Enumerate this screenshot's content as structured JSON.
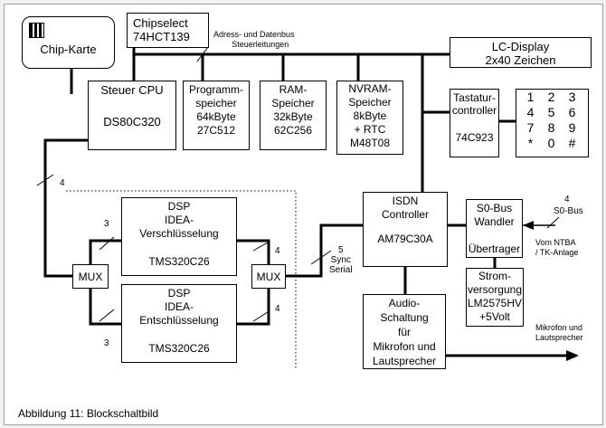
{
  "chip_card": {
    "label": "Chip-Karte"
  },
  "chipselect": {
    "line1": "Chipselect",
    "line2": "74HCT139"
  },
  "bus_label": {
    "line1": "Adress- und Datenbus",
    "line2": "Steuerleitungen"
  },
  "lcd": {
    "line1": "LC-Display",
    "line2": "2x40 Zeichen"
  },
  "cpu": {
    "line1": "Steuer CPU",
    "line2": "DS80C320"
  },
  "prog_mem": {
    "line1": "Programm-",
    "line2": "speicher",
    "line3": "64kByte",
    "line4": "27C512"
  },
  "ram": {
    "line1": "RAM-",
    "line2": "Speicher",
    "line3": "32kByte",
    "line4": "62C256"
  },
  "nvram": {
    "line1": "NVRAM-",
    "line2": "Speicher",
    "line3": "8kByte",
    "line4": "+ RTC",
    "line5": "M48T08"
  },
  "keyboard_ctrl": {
    "line1": "Tastatur-",
    "line2": "controller",
    "line3": "74C923"
  },
  "keypad": {
    "keys": [
      "1",
      "2",
      "3",
      "4",
      "5",
      "6",
      "7",
      "8",
      "9",
      "*",
      "0",
      "#"
    ]
  },
  "isdn": {
    "line1": "ISDN",
    "line2": "Controller",
    "line3": "AM79C30A"
  },
  "s0bus": {
    "line1": "S0-Bus",
    "line2": "Wandler",
    "line3": "Übertrager"
  },
  "power": {
    "line1": "Strom-",
    "line2": "versorgung",
    "line3": "LM2575HV",
    "line4": "+5Volt"
  },
  "audio": {
    "line1": "Audio-",
    "line2": "Schaltung",
    "line3": "für",
    "line4": "Mikrofon und",
    "line5": "Lautsprecher"
  },
  "dsp_enc": {
    "line1": "DSP",
    "line2": "IDEA-",
    "line3": "Verschlüsselung",
    "line4": "TMS320C26"
  },
  "dsp_dec": {
    "line1": "DSP",
    "line2": "IDEA-",
    "line3": "Entschlüsselung",
    "line4": "TMS320C26"
  },
  "mux_left": {
    "label": "MUX"
  },
  "mux_right": {
    "label": "MUX"
  },
  "annotations": {
    "bus_width_cpu": "4",
    "bus_width_enc_in": "3",
    "bus_width_dec_in": "3",
    "bus_width_enc_out": "4",
    "bus_width_dec_out": "4",
    "sync_serial_n": "5",
    "sync_serial_1": "Sync",
    "sync_serial_2": "Serial",
    "s0_n": "4",
    "s0_label": "S0-Bus",
    "ntba_1": "Vom NTBA",
    "ntba_2": "/ TK-Anlage",
    "mic_1": "Mikrofon und",
    "mic_2": "Lautsprecher"
  },
  "caption": "Abbildung 11: Blockschaltbild"
}
